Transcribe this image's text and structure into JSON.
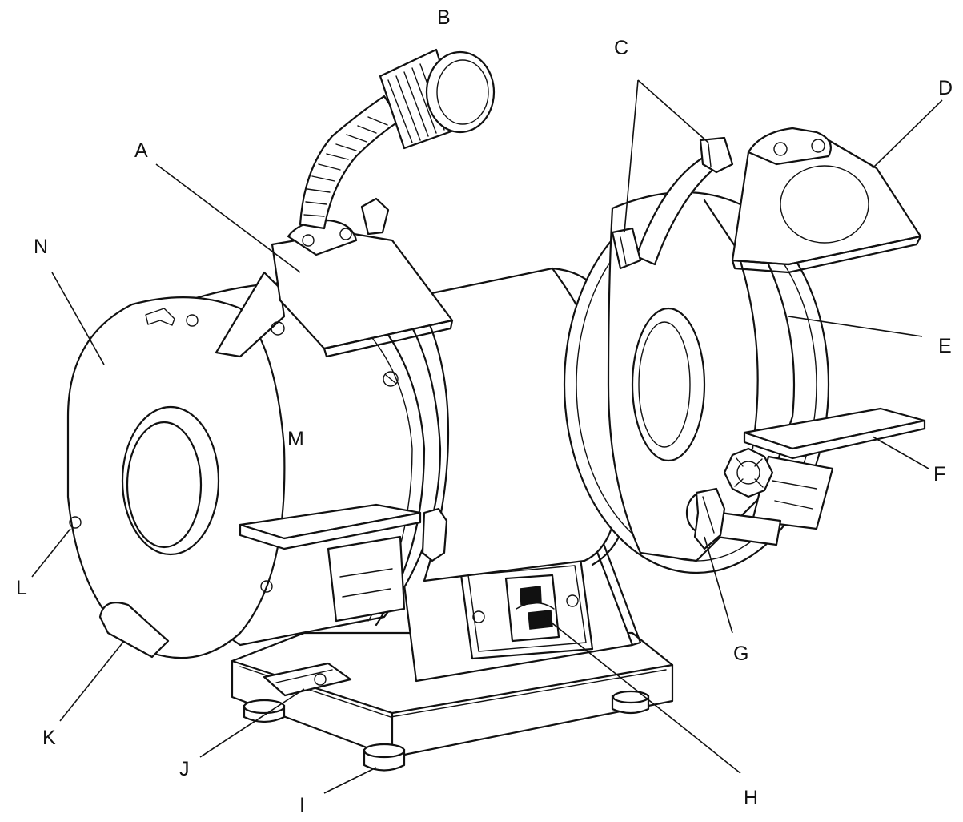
{
  "callouts": [
    {
      "id": "A",
      "text": "A"
    },
    {
      "id": "B",
      "text": "B"
    },
    {
      "id": "C",
      "text": "C"
    },
    {
      "id": "D",
      "text": "D"
    },
    {
      "id": "E",
      "text": "E"
    },
    {
      "id": "F",
      "text": "F"
    },
    {
      "id": "G",
      "text": "G"
    },
    {
      "id": "H",
      "text": "H"
    },
    {
      "id": "I",
      "text": "I"
    },
    {
      "id": "J",
      "text": "J"
    },
    {
      "id": "K",
      "text": "K"
    },
    {
      "id": "L",
      "text": "L"
    },
    {
      "id": "M",
      "text": "M"
    },
    {
      "id": "N",
      "text": "N"
    }
  ],
  "colors": {
    "line": "#111111",
    "background": "#ffffff"
  }
}
